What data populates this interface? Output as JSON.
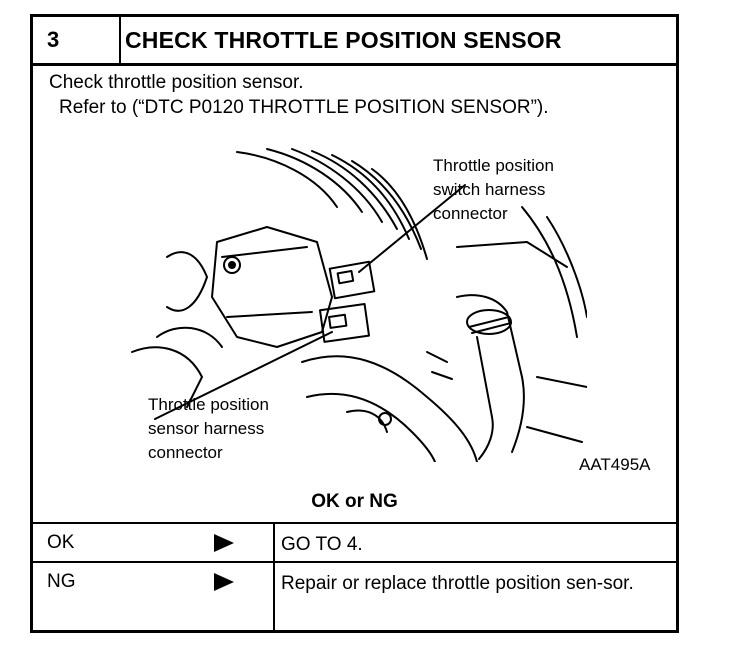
{
  "header": {
    "step_number": "3",
    "title": "CHECK THROTTLE POSITION SENSOR"
  },
  "instructions": {
    "line1": "Check throttle position sensor.",
    "line2": "Refer to (“DTC P0120 THROTTLE POSITION SENSOR”)."
  },
  "figure": {
    "callout_top": [
      "Throttle position",
      "switch harness",
      "connector"
    ],
    "callout_bottom": [
      "Throttle position",
      "sensor harness",
      "connector"
    ],
    "figure_id": "AAT495A"
  },
  "result_heading": "OK or NG",
  "results": [
    {
      "label": "OK",
      "action": "GO TO 4."
    },
    {
      "label": "NG",
      "action": "Repair or replace throttle position sen-sor."
    }
  ]
}
